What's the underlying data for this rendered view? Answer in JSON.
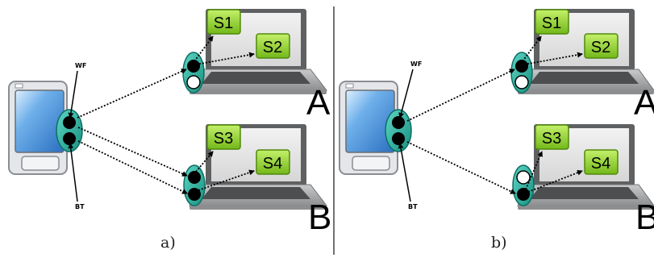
{
  "panels": [
    {
      "caption": "a)",
      "phone_labels": {
        "wifi": "WF",
        "bluetooth": "BT"
      },
      "laptop_a": {
        "label": "A",
        "services": [
          "S1",
          "S2"
        ]
      },
      "laptop_b": {
        "label": "B",
        "services": [
          "S3",
          "S4"
        ]
      }
    },
    {
      "caption": "b)",
      "phone_labels": {
        "wifi": "WF",
        "bluetooth": "BT"
      },
      "laptop_a": {
        "label": "A",
        "services": [
          "S1",
          "S2"
        ]
      },
      "laptop_b": {
        "label": "B",
        "services": [
          "S3",
          "S4"
        ]
      }
    }
  ],
  "colors": {
    "service_box": "#8fd12a",
    "interface_ring": "#2ab3a3",
    "phone_screen": "#3c86d2",
    "laptop_body": "#a9aaac",
    "divider": "#444444"
  }
}
